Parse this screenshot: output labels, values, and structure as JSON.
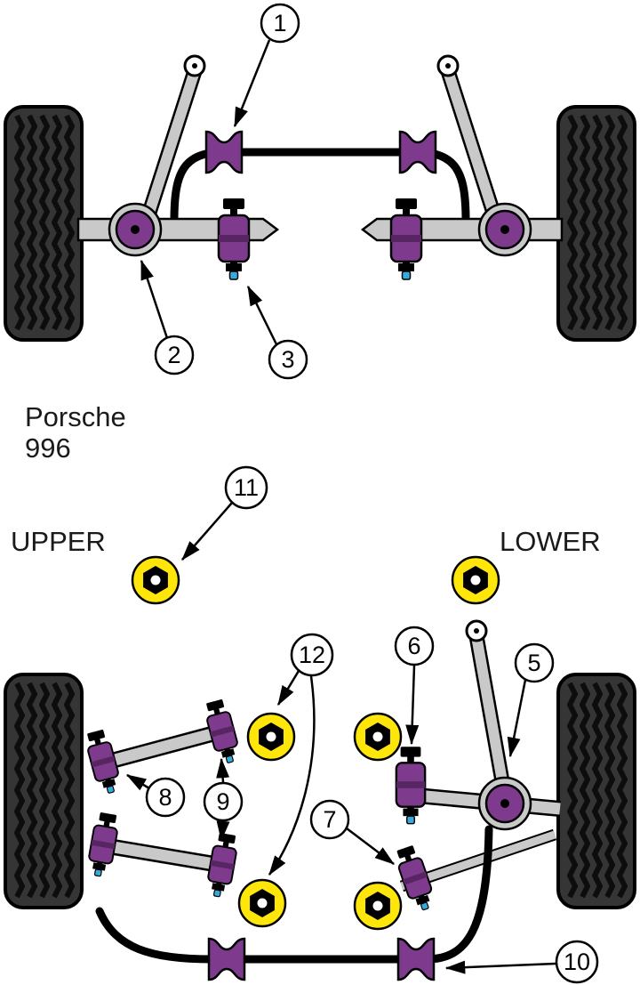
{
  "colors": {
    "bushing_purple": "#7E3A8C",
    "bushing_purple_dark": "#572561",
    "bushing_yellow": "#FFE60A",
    "bolt_blue": "#35AADC",
    "arm_gray": "#C9C9C9",
    "tire_body": "#353535",
    "outline": "#000000",
    "background": "#FFFFFF"
  },
  "diagram": {
    "model_label": {
      "line1": "Porsche",
      "line2": "996"
    },
    "position_labels": {
      "upper": "UPPER",
      "lower": "LOWER"
    },
    "callouts": [
      {
        "number": "1"
      },
      {
        "number": "2"
      },
      {
        "number": "3"
      },
      {
        "number": "5"
      },
      {
        "number": "6"
      },
      {
        "number": "7"
      },
      {
        "number": "8"
      },
      {
        "number": "9"
      },
      {
        "number": "10"
      },
      {
        "number": "11"
      },
      {
        "number": "12"
      }
    ]
  }
}
